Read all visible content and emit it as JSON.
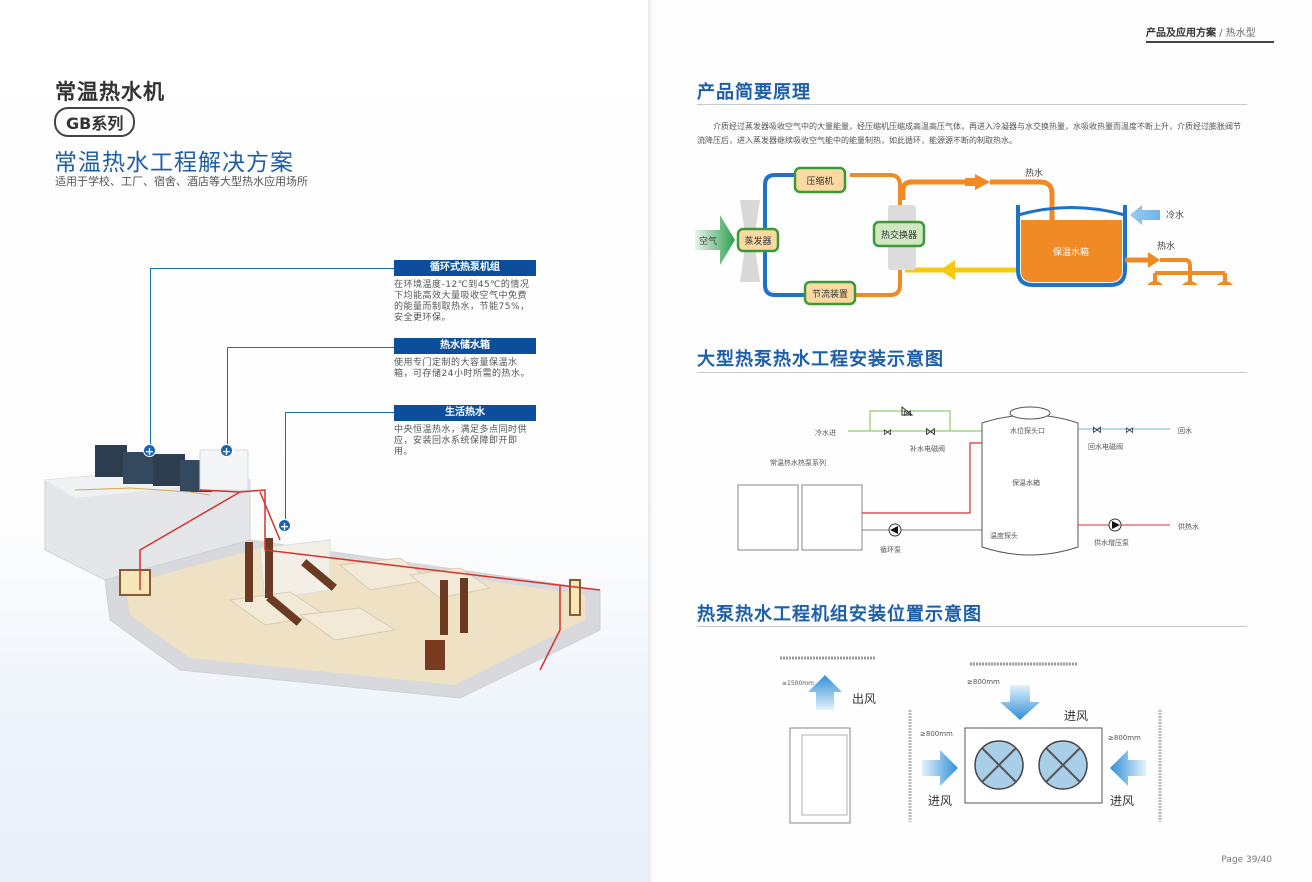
{
  "header": {
    "breadcrumb_main": "产品及应用方案",
    "breadcrumb_sep": " / ",
    "breadcrumb_sub": "热水型"
  },
  "left": {
    "title": "常温热水机",
    "series_badge": "GB系列",
    "subtitle": "常温热水工程解决方案",
    "description": "适用于学校、工厂、宿舍、酒店等大型热水应用场所",
    "callouts": [
      {
        "title": "循环式热泵机组",
        "text": "在环境温度-12℃到45℃的情况下均能高效大量吸收空气中免费的能量而制取热水，节能75%，安全更环保。"
      },
      {
        "title": "热水储水箱",
        "text": "使用专门定制的大容量保温水箱，可存储24小时所需的热水。"
      },
      {
        "title": "生活热水",
        "text": "中央恒温热水，满足多点同时供应，安装回水系统保障即开即用。"
      }
    ],
    "plus_icon": "+"
  },
  "right": {
    "sections": [
      {
        "title": "产品简要原理"
      },
      {
        "title": "大型热泵热水工程安装示意图"
      },
      {
        "title": "热泵热水工程机组安装位置示意图"
      }
    ],
    "principle_text": "介质经过蒸发器吸收空气中的大量能量，经压缩机压缩成高温高压气体，再进入冷凝器与水交换热量，水吸收热量而温度不断上升，介质经过膨胀阀节流降压后，进入蒸发器继续吸收空气能中的能量制热，如此循环，能源源不断的制取热水。",
    "principle_diagram": {
      "air": "空气",
      "evaporator": "蒸发器",
      "compressor": "压缩机",
      "heat_exchanger": "热交换器",
      "throttle": "节流装置",
      "hot_water_in": "热水",
      "cold_water": "冷水",
      "tank": "保温水箱",
      "hot_water_out": "热水"
    },
    "install_diagram": {
      "cold_water_in": "冷水进",
      "makeup_valve": "补水电磁阀",
      "unit_series": "常温热水热泵系列",
      "circ_pump": "循环泵",
      "level_probe": "水位探头口",
      "tank": "保温水箱",
      "temp_probe": "温度探头",
      "return_valve": "回水电磁阀",
      "return_water": "回水",
      "supply_pump": "供水增压泵",
      "hot_supply": "供热水"
    },
    "position_diagram": {
      "clear_top_small": "≥1500mm",
      "air_out": "出风",
      "clear_top": "≥800mm",
      "air_in_top": "进风",
      "clear_left": "≥800mm",
      "clear_right": "≥800mm",
      "air_in_left": "进风",
      "air_in_right": "进风"
    }
  },
  "footer": {
    "page": "Page 39/40"
  },
  "colors": {
    "brand_blue": "#1d5fa8",
    "callout_blue": "#0b4f9c",
    "orange": "#f08a24",
    "pipe_blue": "#1e73c8",
    "yellow": "#f6c90e",
    "box_green": "#3a9a3a",
    "box_fill": "#fbd9a0"
  }
}
